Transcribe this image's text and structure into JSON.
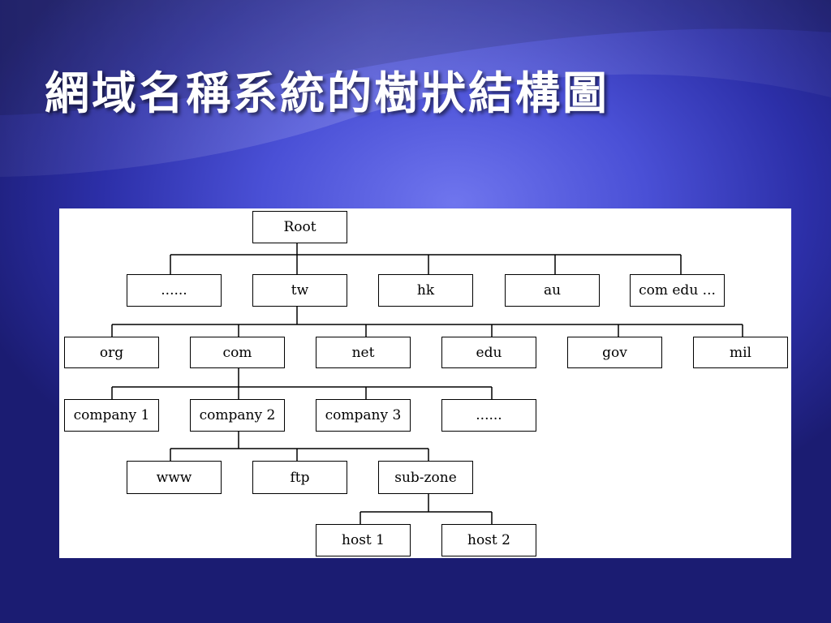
{
  "slide": {
    "title": "網域名稱系統的樹狀結構圖",
    "colors": {
      "background": "#3a3fc4",
      "title_text": "#ffffff",
      "panel": "#ffffff",
      "ink": "#000000"
    }
  },
  "tree": {
    "root": {
      "label": "Root"
    },
    "tld": [
      {
        "label": "......"
      },
      {
        "label": "tw"
      },
      {
        "label": "hk"
      },
      {
        "label": "au"
      },
      {
        "label": "com edu ..."
      }
    ],
    "tw_children": [
      {
        "label": "org"
      },
      {
        "label": "com"
      },
      {
        "label": "net"
      },
      {
        "label": "edu"
      },
      {
        "label": "gov"
      },
      {
        "label": "mil"
      }
    ],
    "com_children": [
      {
        "label": "company 1"
      },
      {
        "label": "company 2"
      },
      {
        "label": "company 3"
      },
      {
        "label": "......"
      }
    ],
    "company2_children": [
      {
        "label": "www"
      },
      {
        "label": "ftp"
      },
      {
        "label": "sub-zone"
      }
    ],
    "subzone_children": [
      {
        "label": "host 1"
      },
      {
        "label": "host 2"
      }
    ]
  }
}
